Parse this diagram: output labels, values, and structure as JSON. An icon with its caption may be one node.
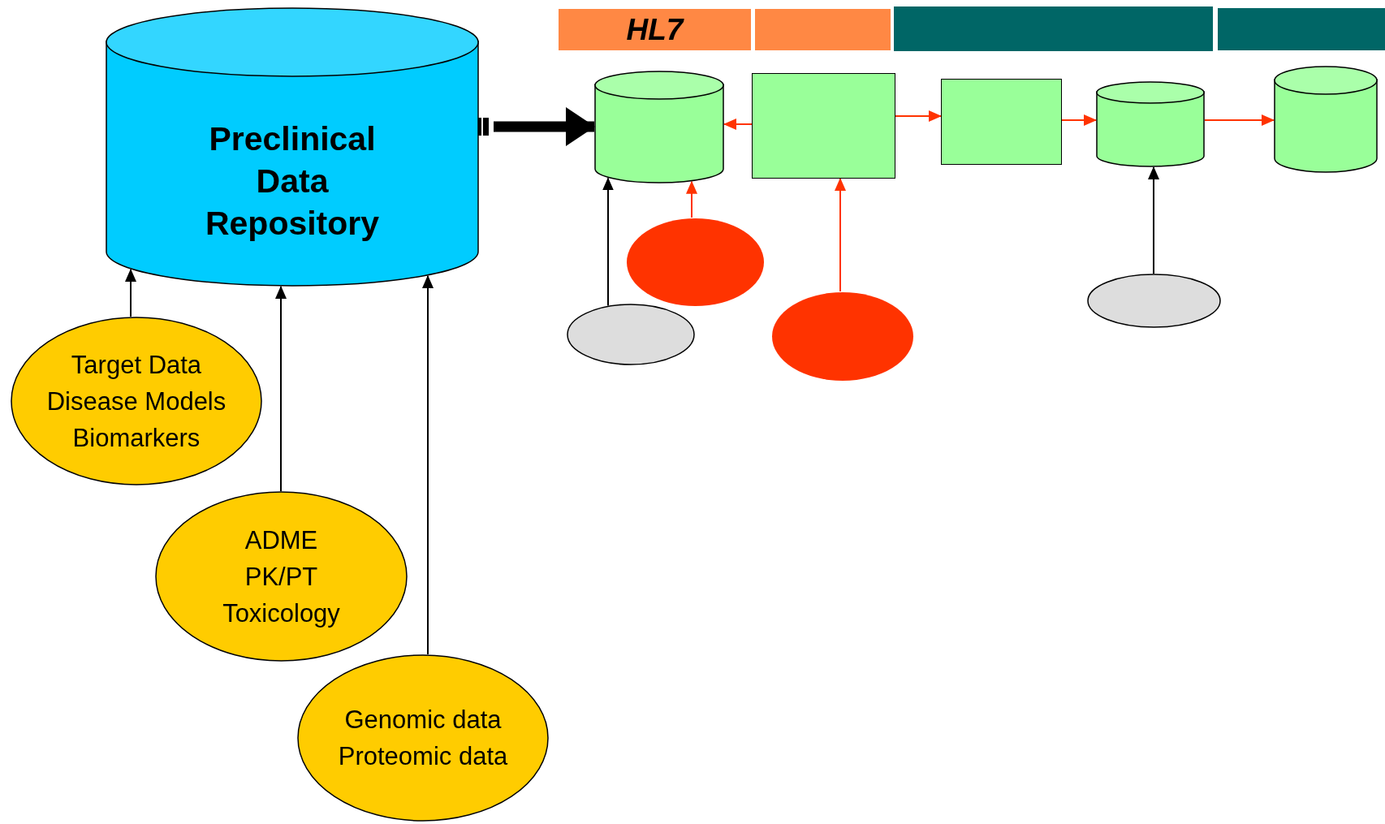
{
  "diagram": {
    "nodes": [
      {
        "text": [
          "Preclinical Data Repository"
        ]
      },
      {
        "text": [
          "Target Data",
          "Disease Models",
          "Biomarkers"
        ]
      },
      {
        "text": [
          "ADME",
          "PK/PT",
          "Toxicology"
        ]
      },
      {
        "text": [
          "Genomic data",
          "Proteomic data"
        ]
      },
      {
        "text": [
          "HL7"
        ]
      },
      {
        "text": [],
        "shape": "bar"
      },
      {
        "text": [],
        "shape": "bar"
      },
      {
        "text": [],
        "shape": "bar"
      },
      {
        "text": [],
        "shape": "cylinder"
      },
      {
        "text": [],
        "shape": "box"
      },
      {
        "text": [],
        "shape": "box"
      },
      {
        "text": [],
        "shape": "cylinder"
      },
      {
        "text": [],
        "shape": "cylinder"
      },
      {
        "text": [],
        "shape": "ellipse"
      },
      {
        "text": [],
        "shape": "ellipse"
      },
      {
        "text": [],
        "shape": "ellipse"
      },
      {
        "text": [],
        "shape": "ellipse"
      }
    ],
    "edges": [
      {
        "from": 1,
        "to": 0,
        "arrow": "to"
      },
      {
        "from": 2,
        "to": 0,
        "arrow": "to"
      },
      {
        "from": 3,
        "to": 0,
        "arrow": "to"
      },
      {
        "from": 0,
        "to": 8,
        "arrow": "to",
        "style": "thick"
      },
      {
        "from": 9,
        "to": 8,
        "arrow": "to",
        "color": "#ff3300"
      },
      {
        "from": 9,
        "to": 10,
        "arrow": "to",
        "color": "#ff3300"
      },
      {
        "from": 10,
        "to": 11,
        "arrow": "to",
        "color": "#ff3300"
      },
      {
        "from": 11,
        "to": 12,
        "arrow": "to",
        "color": "#ff3300"
      },
      {
        "from": 14,
        "to": 8,
        "arrow": "to"
      },
      {
        "from": 13,
        "to": 8,
        "arrow": "to",
        "color": "#ff3300"
      },
      {
        "from": 15,
        "to": 9,
        "arrow": "to",
        "color": "#ff3300"
      },
      {
        "from": 16,
        "to": 11,
        "arrow": "to"
      }
    ]
  }
}
